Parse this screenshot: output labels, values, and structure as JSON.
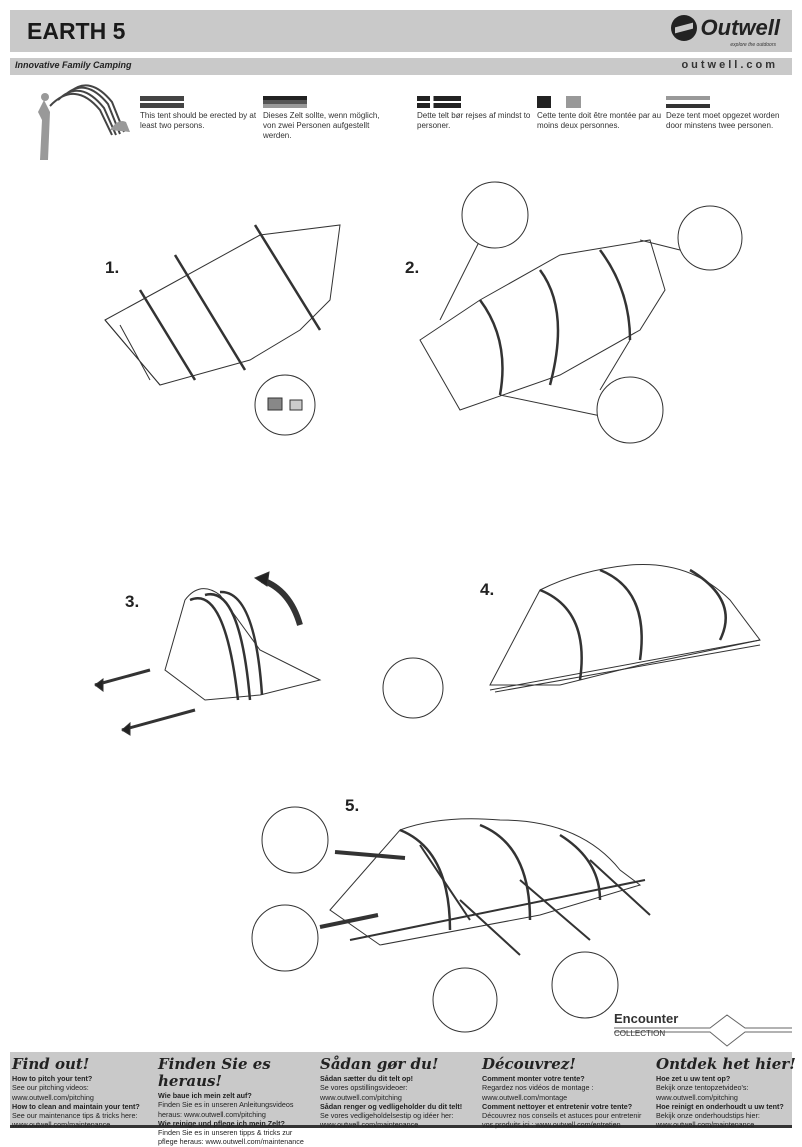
{
  "header": {
    "title": "EARTH 5",
    "brand": "Outwell",
    "brand_tagline": "explore the outdoors",
    "subtitle": "Innovative Family Camping",
    "website": "outwell.com"
  },
  "languages": [
    {
      "flag": "uk-flag",
      "text": "This tent should be erected by at least two persons."
    },
    {
      "flag": "germany-flag",
      "text": "Dieses Zelt sollte, wenn möglich, von zwei Personen aufgestellt werden."
    },
    {
      "flag": "denmark-flag",
      "text": "Dette telt bør rejses af mindst to personer."
    },
    {
      "flag": "france-flag",
      "text": "Cette tente doit être montée par au moins deux personnes."
    },
    {
      "flag": "netherlands-flag",
      "text": "Deze tent moet opgezet worden door minstens twee personen."
    }
  ],
  "steps": [
    "1.",
    "2.",
    "3.",
    "4.",
    "5."
  ],
  "collection": {
    "name": "Encounter",
    "label": "COLLECTION"
  },
  "footer": [
    {
      "heading": "Find out!",
      "q1": "How to pitch your tent?",
      "a1": "See our pitching videos:",
      "u1": "www.outwell.com/pitching",
      "q2": "How to clean and maintain your tent?",
      "a2": "See our maintenance tips & tricks here:",
      "u2": "www.outwell.com/maintenance"
    },
    {
      "heading": "Finden Sie es heraus!",
      "q1": "Wie baue ich mein zelt auf?",
      "a1": "Finden Sie es in unseren Anleitungsvideos",
      "u1": "heraus: www.outwell.com/pitching",
      "q2": "Wie reinige und pflege ich mein Zelt?",
      "a2": "Finden Sie es in unseren tipps & tricks zur",
      "u2": "pflege heraus: www.outwell.com/maintenance"
    },
    {
      "heading": "Sådan gør du!",
      "q1": "Sådan sætter du dit telt op!",
      "a1": "Se vores opstillingsvideoer:",
      "u1": "www.outwell.com/pitching",
      "q2": "Sådan renger og vedligeholder du dit telt!",
      "a2": "Se vores vedligeholdelsestip og idéer her:",
      "u2": "www.outwell.com/maintenance"
    },
    {
      "heading": "Découvrez!",
      "q1": "Comment monter votre tente?",
      "a1": "Regardez nos vidéos de montage :",
      "u1": "www.outwell.com/montage",
      "q2": "Comment nettoyer et entretenir votre tente?",
      "a2": "Découvrez nos conseils et astuces pour entretenir",
      "u2": "vos produits ici : www.outwell.com/entretien"
    },
    {
      "heading": "Ontdek het hier!",
      "q1": "Hoe zet u uw tent op?",
      "a1": "Bekijk onze tentopzetvideo's:",
      "u1": "www.outwell.com/pitching",
      "q2": "Hoe reinigt en onderhoudt u uw tent?",
      "a2": "Bekijk onze onderhoudstips hier:",
      "u2": "www.outwell.com/maintenance"
    }
  ]
}
